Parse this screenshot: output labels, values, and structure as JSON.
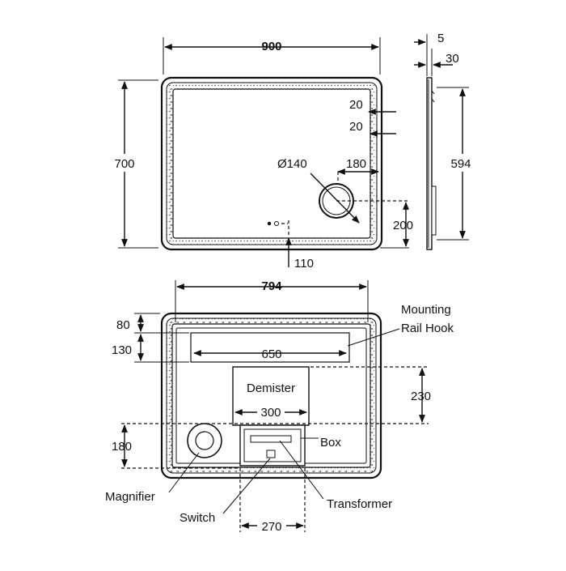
{
  "front_view": {
    "width_dim": "900",
    "height_dim": "700",
    "inset_top_1": "20",
    "inset_top_2": "20",
    "magnifier_diameter": "Ø140",
    "magnifier_offset_right": "180",
    "magnifier_offset_bottom": "200",
    "switch_offset": "110"
  },
  "side_view": {
    "thickness_glass": "5",
    "thickness_total": "30",
    "height_dim": "594"
  },
  "back_view": {
    "width_dim": "794",
    "rail_top_offset": "80",
    "rail_height": "130",
    "rail_width": "650",
    "demister_height": "230",
    "demister_width": "300",
    "magnifier_height": "180",
    "box_spacing": "270",
    "demister_label": "Demister",
    "callouts": {
      "mounting_rail_line1": "Mounting",
      "mounting_rail_line2": "Rail Hook",
      "box": "Box",
      "magnifier": "Magnifier",
      "switch": "Switch",
      "transformer": "Transformer"
    }
  }
}
